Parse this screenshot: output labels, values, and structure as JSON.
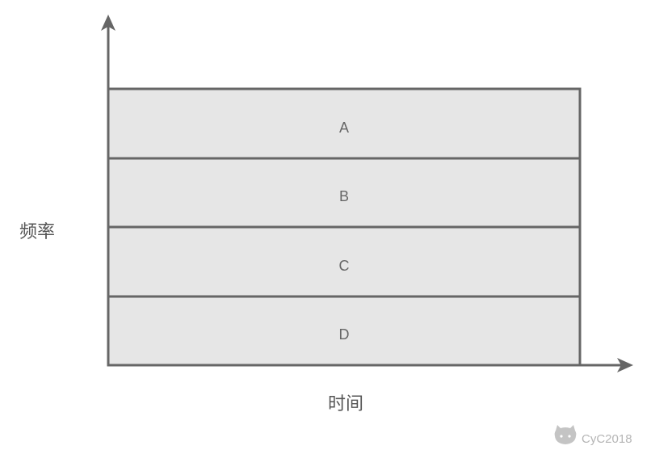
{
  "diagram": {
    "bands": [
      {
        "label": "A"
      },
      {
        "label": "B"
      },
      {
        "label": "C"
      },
      {
        "label": "D"
      }
    ],
    "y_axis_label": "频率",
    "x_axis_label": "时间"
  },
  "watermark": {
    "text": "CyC2018",
    "icon": "github-octocat-icon"
  },
  "colors": {
    "band_fill": "#e6e6e6",
    "stroke": "#666666",
    "label": "#666666",
    "axis_text": "#555555",
    "watermark": "#b5b5b5"
  }
}
